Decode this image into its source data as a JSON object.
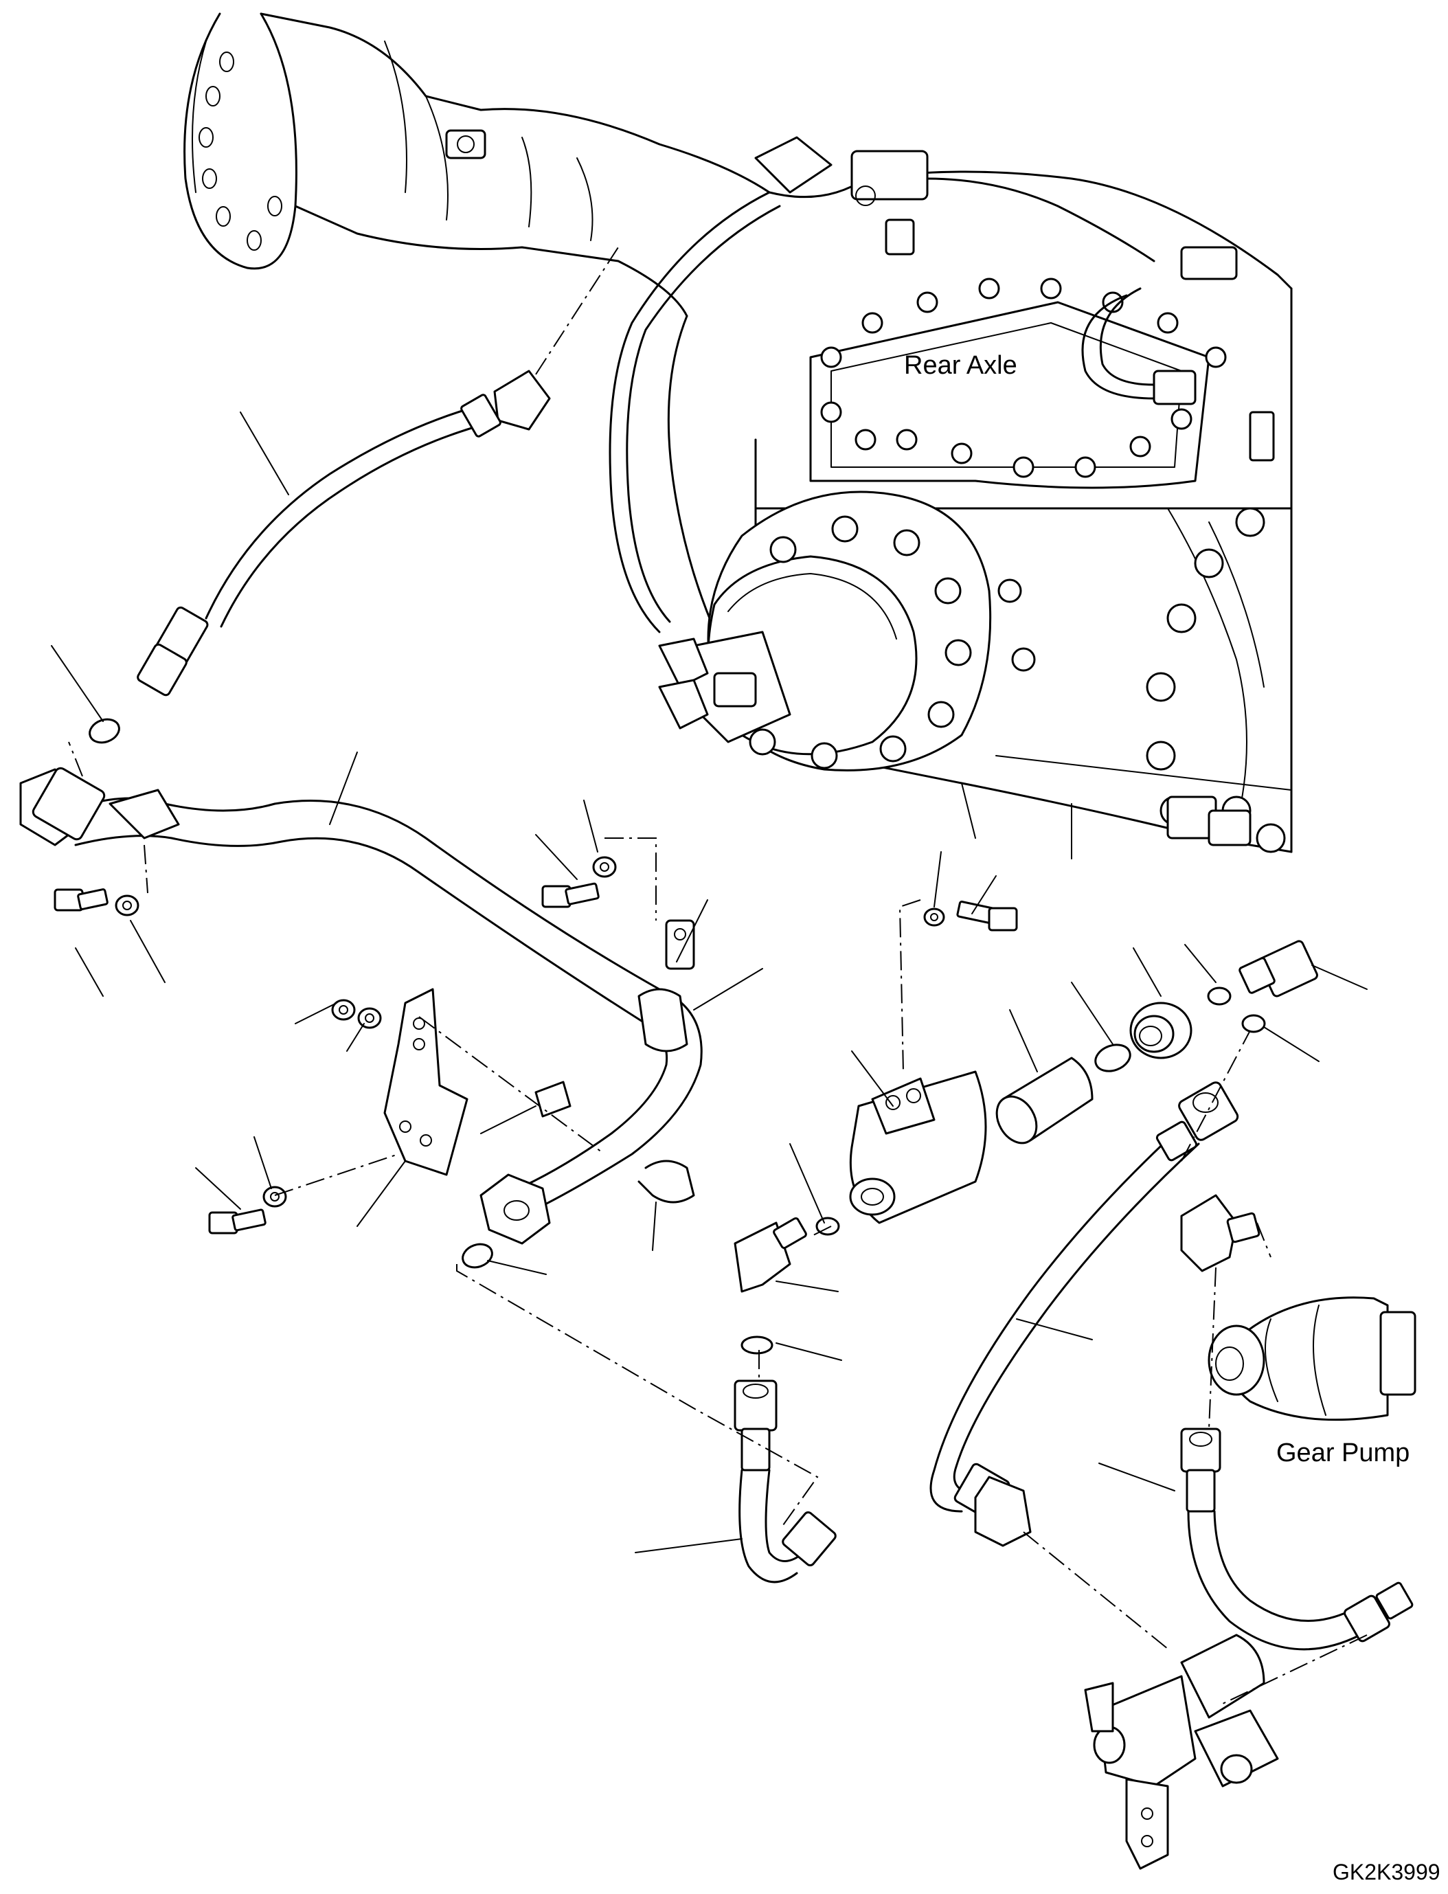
{
  "labels": {
    "rear_axle": "Rear Axle",
    "gear_pump": "Gear Pump",
    "drawing_code": "GK2K3999"
  }
}
